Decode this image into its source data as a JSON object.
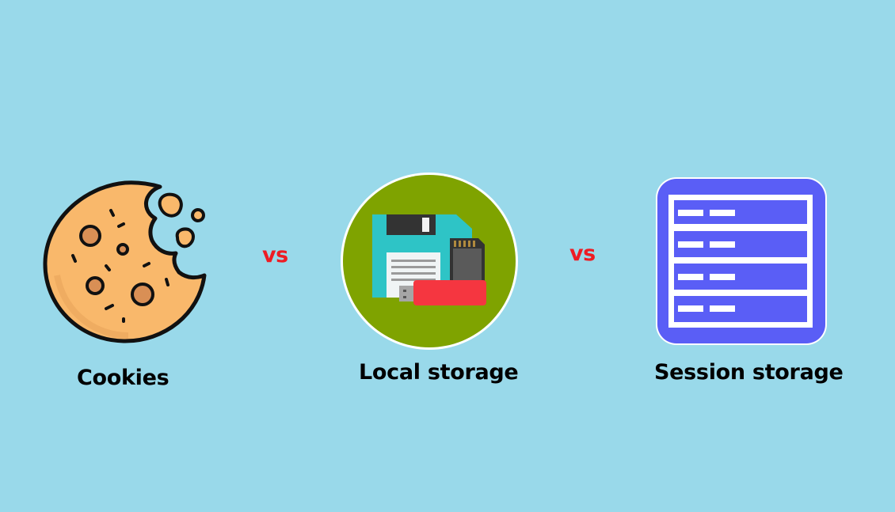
{
  "background_color": "#99D9EA",
  "items": [
    {
      "id": "cookies",
      "label": "Cookies",
      "icon": "cookie-icon",
      "colors": {
        "fill": "#F9B86B",
        "chip": "#D98F55",
        "outline": "#111111"
      }
    },
    {
      "id": "local-storage",
      "label": "Local storage",
      "icon": "storage-devices-icon",
      "colors": {
        "circle": "#7FA300",
        "floppy": "#2EC4C6",
        "shutter": "#333333",
        "sd_card": "#555555",
        "usb_drive": "#F53640"
      }
    },
    {
      "id": "session-storage",
      "label": "Session storage",
      "icon": "database-table-icon",
      "colors": {
        "fill": "#5A5EF6",
        "lines": "#FFFFFF"
      }
    }
  ],
  "separators": [
    {
      "text": "vs",
      "color": "#ED1C24"
    },
    {
      "text": "vs",
      "color": "#ED1C24"
    }
  ]
}
